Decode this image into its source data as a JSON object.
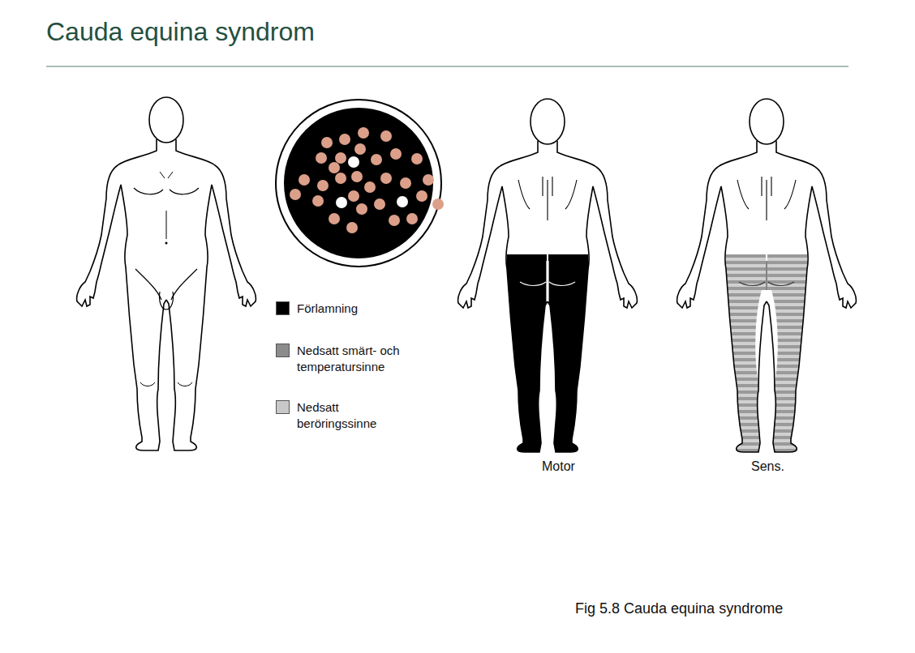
{
  "diagram": {
    "title": "Cauda equina syndrom",
    "caption": "Fig 5.8 Cauda equina syndrome",
    "labels": [
      "Motor",
      "Sens."
    ],
    "legend": [
      {
        "text": "Förlamning",
        "color": "#000000"
      },
      {
        "text": "Nedsatt smärt- och temperatursinne",
        "color": "#8c8c8c"
      },
      {
        "text": "Nedsatt beröringssinne",
        "color": "#c8c8c8"
      }
    ]
  }
}
